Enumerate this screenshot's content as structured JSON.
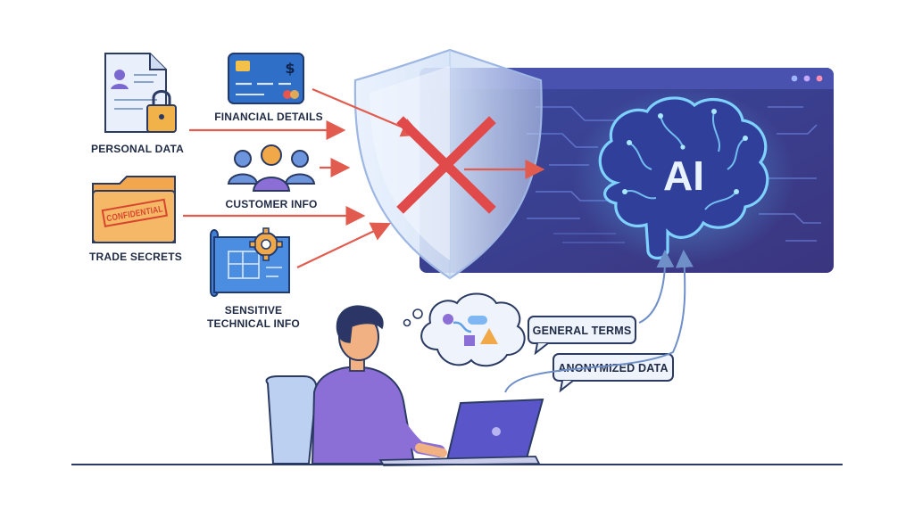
{
  "labels": {
    "personal_data": "PERSONAL DATA",
    "financial_details": "FINANCIAL DETAILS",
    "customer_info": "CUSTOMER INFO",
    "trade_secrets": "TRADE SECRETS",
    "sensitive_line1": "SENSITIVE",
    "sensitive_line2": "TECHNICAL INFO",
    "confidential_stamp": "CONFIDENTIAL",
    "ai": "AI",
    "general_terms": "GENERAL TERMS",
    "anonymized_data": "ANONYMIZED DATA"
  },
  "colors": {
    "ai_panel": "#3b3f8f",
    "ai_panel_glow": "#58a8ff",
    "block_x": "#e04a4a",
    "arrow_red": "#e25b4f",
    "shield": "#dce9fb",
    "person_shirt": "#8b6fd6",
    "laptop": "#5a55c9",
    "folder": "#f2a64d",
    "card": "#2f6fc8"
  },
  "icons": {
    "personal_data": "document-lock-icon",
    "financial_details": "credit-card-icon",
    "customer_info": "people-group-icon",
    "trade_secrets": "confidential-folder-icon",
    "sensitive_info": "blueprint-gear-icon",
    "block": "red-x-icon",
    "shield": "shield-icon",
    "ai": "ai-brain-icon"
  }
}
